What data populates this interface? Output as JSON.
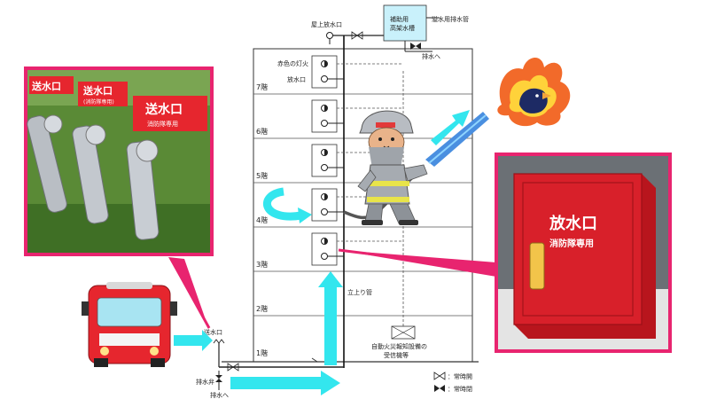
{
  "labels": {
    "roof_outlet": "屋上放水口",
    "tank_line1": "補助用",
    "tank_line2": "高架水槽",
    "overflow_pipe": "溢水用排水管",
    "drain_top": "排水へ",
    "red_light": "赤色の灯火",
    "outlet": "放水口",
    "riser": "立上り管",
    "inlet": "送水口",
    "drain_valve": "排水弁",
    "drain_bottom": "排水へ",
    "alarm_line1": "自動火災報知設備の",
    "alarm_line2": "受信機等",
    "legend_open": "：常時開",
    "legend_closed": "：常時閉"
  },
  "floors": [
    "7階",
    "6階",
    "5階",
    "4階",
    "3階",
    "2階",
    "1階"
  ],
  "photo_left": {
    "sign1": "送水口",
    "sign2": "送水口",
    "sign2_sub": "(消防隊専用)",
    "sign3": "送水口",
    "sign3_sub": "消防隊専用"
  },
  "photo_right": {
    "box_title": "放水口",
    "box_sub": "消防隊専用"
  },
  "colors": {
    "accent_pink": "#e8246f",
    "arrow_cyan": "#33e6ee",
    "cabinet_red": "#d8202a"
  }
}
